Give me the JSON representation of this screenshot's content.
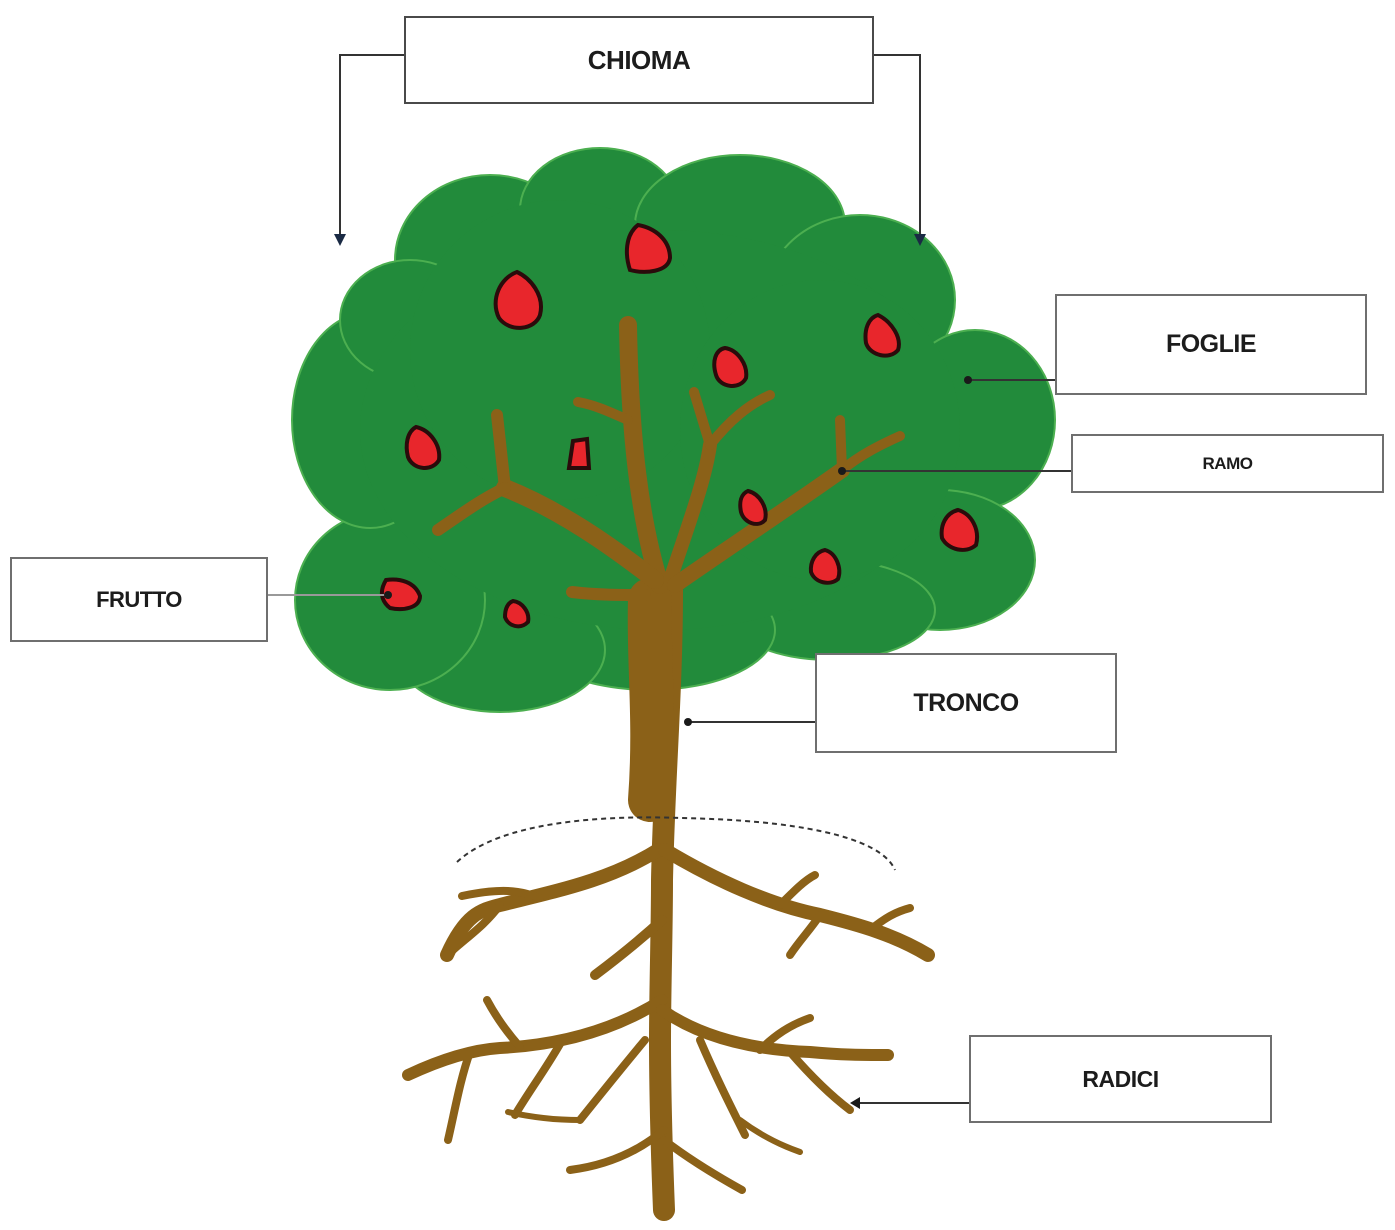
{
  "labels": {
    "chioma": "CHIOMA",
    "foglie": "FOGLIE",
    "ramo": "RAMO",
    "frutto": "FRUTTO",
    "tronco": "TRONCO",
    "radici": "RADICI"
  },
  "colors": {
    "foliage": "#228b3b",
    "foliage_edge": "#4caf50",
    "wood": "#8b6118",
    "fruit": "#e8262c",
    "fruit_outline": "#2a0b0b",
    "leader_line": "#333333",
    "box_border": "#6f6f6f"
  }
}
